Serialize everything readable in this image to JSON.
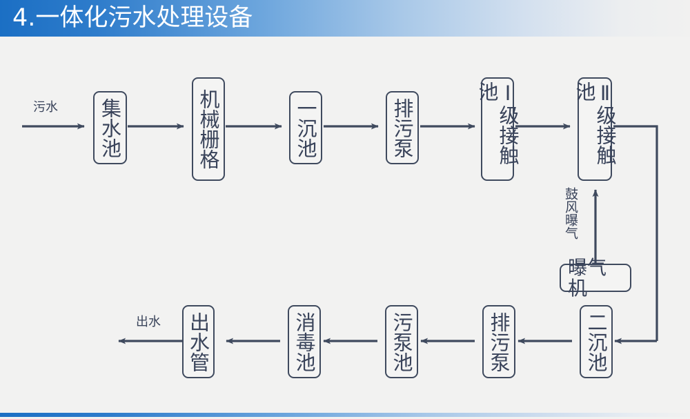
{
  "header": {
    "title": "4.一体化污水处理设备",
    "accent_color": "#1b6fc4",
    "gradient_end_color": "#f1f1f0"
  },
  "theme": {
    "background": "#f2f2f1",
    "stroke_color": "#3f4a5e",
    "text_color": "#39435a",
    "box_fill": "#f4f4f3"
  },
  "diagram": {
    "type": "process-flow",
    "inlet_label": "污水",
    "outlet_label": "出水",
    "aeration_label": "鼓风曝气",
    "row1": [
      {
        "id": "collection-tank",
        "label": "集水池",
        "orientation": "vertical"
      },
      {
        "id": "mechanical-grate",
        "label": "机械栅格",
        "orientation": "vertical"
      },
      {
        "id": "primary-settler",
        "label": "一沉池",
        "orientation": "vertical"
      },
      {
        "id": "sewage-pump-1",
        "label": "排污泵",
        "orientation": "vertical"
      },
      {
        "id": "contact-tank-1",
        "label": "Ⅰ级接触池",
        "orientation": "vertical"
      },
      {
        "id": "contact-tank-2",
        "label": "Ⅱ级接触池",
        "orientation": "vertical"
      }
    ],
    "aerator": {
      "id": "aerator",
      "label": "曝气机",
      "orientation": "horizontal"
    },
    "row2": [
      {
        "id": "secondary-settler",
        "label": "二沉池",
        "orientation": "vertical"
      },
      {
        "id": "sewage-pump-2",
        "label": "排污泵",
        "orientation": "vertical"
      },
      {
        "id": "sludge-pump-tank",
        "label": "污泵池",
        "orientation": "vertical"
      },
      {
        "id": "disinfection-tank",
        "label": "消毒池",
        "orientation": "vertical"
      },
      {
        "id": "outlet-pipe",
        "label": "出水管",
        "orientation": "vertical"
      }
    ]
  }
}
